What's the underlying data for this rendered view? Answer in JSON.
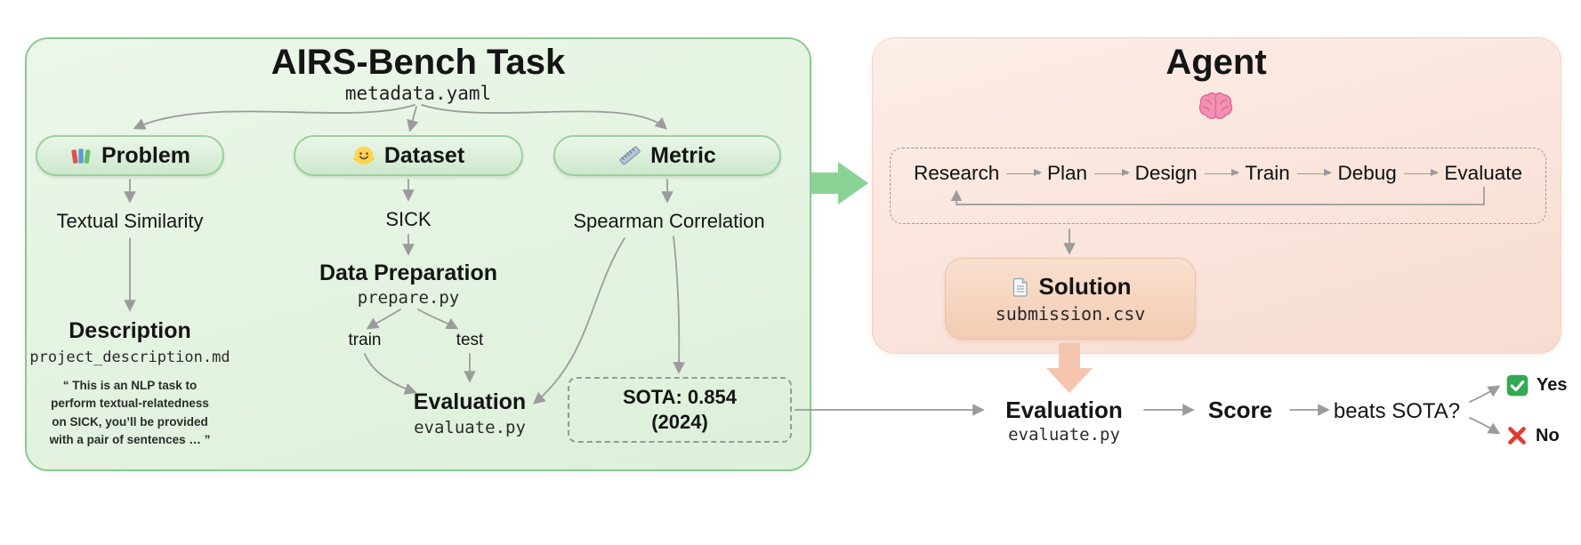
{
  "colors": {
    "green-panel-bg1": "#ecf7ea",
    "green-panel-bg2": "#ddf0da",
    "green-panel-border": "#8cc88f",
    "pill-bg1": "#eaf6e8",
    "pill-bg2": "#cde8cc",
    "pill-border": "#9ccf9e",
    "pink-panel-bg1": "#fceee8",
    "pink-panel-bg2": "#f8dcd1",
    "solution-bg1": "#f9e0ce",
    "solution-bg2": "#f3ccb4",
    "solution-border": "#edc3aa",
    "arrow-gray": "#9b9b9b",
    "flow-arrow-green": "#8bd297",
    "flow-arrow-pink": "#f5c5ae"
  },
  "task_panel": {
    "title": "AIRS-Bench Task",
    "subtitle": "metadata.yaml",
    "pills": {
      "problem": {
        "label": "Problem",
        "icon": "books-icon"
      },
      "dataset": {
        "label": "Dataset",
        "icon": "hugging-face-icon"
      },
      "metric": {
        "label": "Metric",
        "icon": "ruler-icon"
      }
    },
    "problem_branch": {
      "value": "Textual Similarity",
      "title": "Description",
      "file": "project_description.md",
      "quote_lines": [
        "“ This is an NLP task to",
        "perform textual-relatedness",
        "on SICK, you’ll be provided",
        "with a pair of sentences … ”"
      ]
    },
    "dataset_branch": {
      "value": "SICK",
      "prep_title": "Data Preparation",
      "prep_file": "prepare.py",
      "split_train": "train",
      "split_test": "test",
      "eval_title": "Evaluation",
      "eval_file": "evaluate.py"
    },
    "metric_branch": {
      "value": "Spearman Correlation",
      "sota_value": "SOTA: 0.854",
      "sota_year": "(2024)"
    }
  },
  "agent_panel": {
    "title": "Agent",
    "icon": "brain-icon",
    "workflow_steps": [
      "Research",
      "Plan",
      "Design",
      "Train",
      "Debug",
      "Evaluate"
    ],
    "solution": {
      "label": "Solution",
      "file": "submission.csv",
      "icon": "document-icon"
    }
  },
  "bottom_flow": {
    "evaluation_title": "Evaluation",
    "evaluation_file": "evaluate.py",
    "score": "Score",
    "question": "beats SOTA?",
    "yes": "Yes",
    "no": "No"
  }
}
